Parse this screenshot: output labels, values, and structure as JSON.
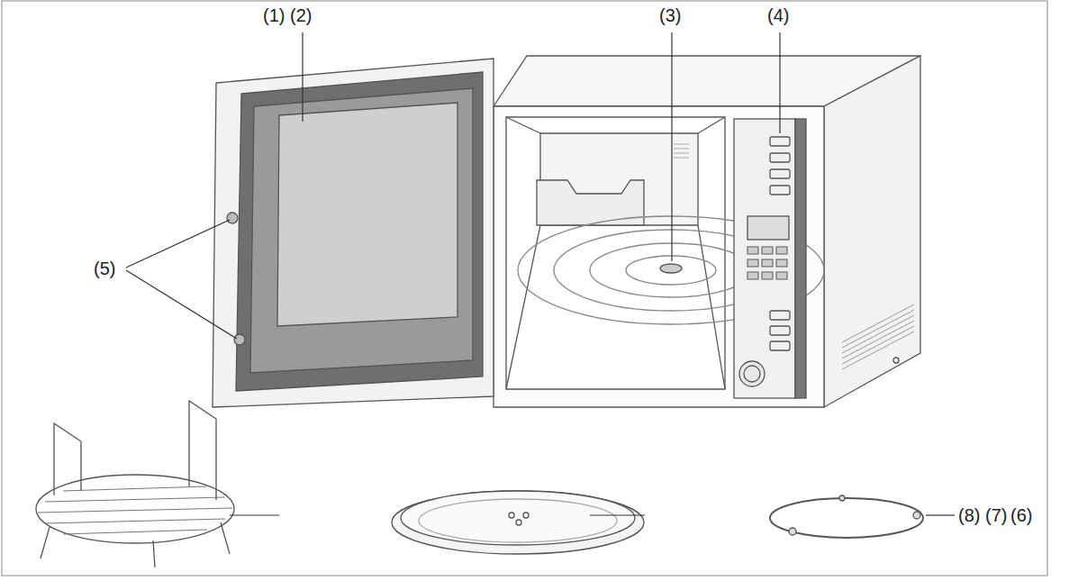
{
  "diagram": {
    "labels": [
      "(1)",
      "(2)",
      "(3)",
      "(4)",
      "(5)",
      "(8)",
      "(7)",
      "(6)"
    ]
  }
}
